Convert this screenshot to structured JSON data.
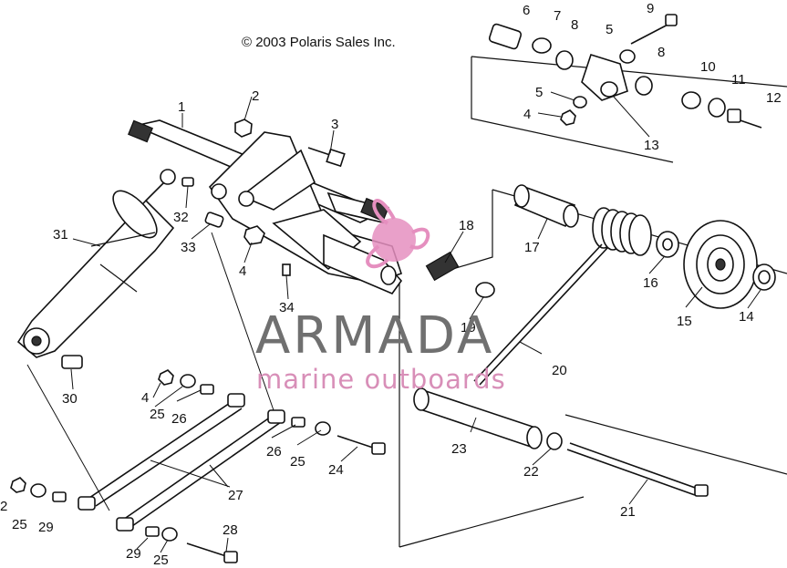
{
  "copyright": "© 2003 Polaris Sales Inc.",
  "watermark": {
    "title": "ARMADA",
    "subtitle": "marine outboards",
    "colors": {
      "title": "#707070",
      "subtitle": "#d88fb8",
      "logo": "#e58fbf"
    }
  },
  "labels": {
    "l1": "1",
    "l2a": "2",
    "l2b": "2",
    "l3": "3",
    "l4a": "4",
    "l4b": "4",
    "l4c": "4",
    "l5a": "5",
    "l5b": "5",
    "l6": "6",
    "l7": "7",
    "l8a": "8",
    "l8b": "8",
    "l9": "9",
    "l10": "10",
    "l11": "11",
    "l12": "12",
    "l13": "13",
    "l14": "14",
    "l15": "15",
    "l16": "16",
    "l17": "17",
    "l18": "18",
    "l19": "19",
    "l20": "20",
    "l21": "21",
    "l22": "22",
    "l23": "23",
    "l24": "24",
    "l25a": "25",
    "l25b": "25",
    "l25c": "25",
    "l25d": "25",
    "l26a": "26",
    "l26b": "26",
    "l27": "27",
    "l28": "28",
    "l29a": "29",
    "l29b": "29",
    "l30": "30",
    "l31": "31",
    "l32": "32",
    "l33": "33",
    "l34": "34"
  }
}
